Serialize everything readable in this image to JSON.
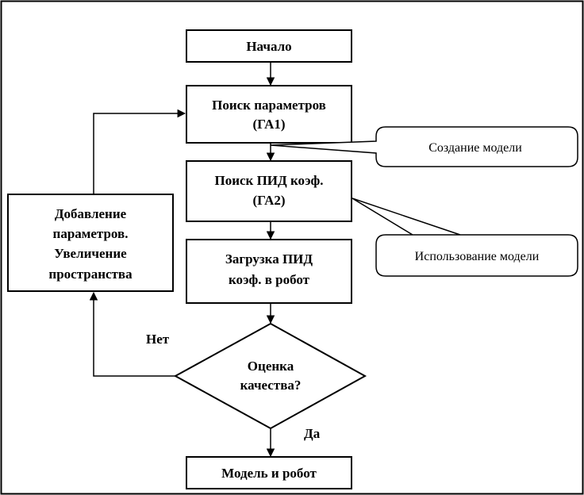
{
  "nodes": {
    "start": {
      "label": "Начало"
    },
    "search_params": {
      "line1": "Поиск параметров",
      "line2": "(ГА1)"
    },
    "search_pid": {
      "line1": "Поиск ПИД коэф.",
      "line2": "(ГА2)"
    },
    "load_pid": {
      "line1": "Загрузка ПИД",
      "line2": "коэф. в робот"
    },
    "decision": {
      "line1": "Оценка",
      "line2": "качества?"
    },
    "result": {
      "label": "Модель и робот"
    },
    "add_params": {
      "line1": "Добавление",
      "line2": "параметров.",
      "line3": "Увеличение",
      "line4": "пространства"
    }
  },
  "callouts": {
    "model_creation": "Создание модели",
    "model_usage": "Использование модели"
  },
  "edges": {
    "no_label": "Нет",
    "yes_label": "Да"
  }
}
